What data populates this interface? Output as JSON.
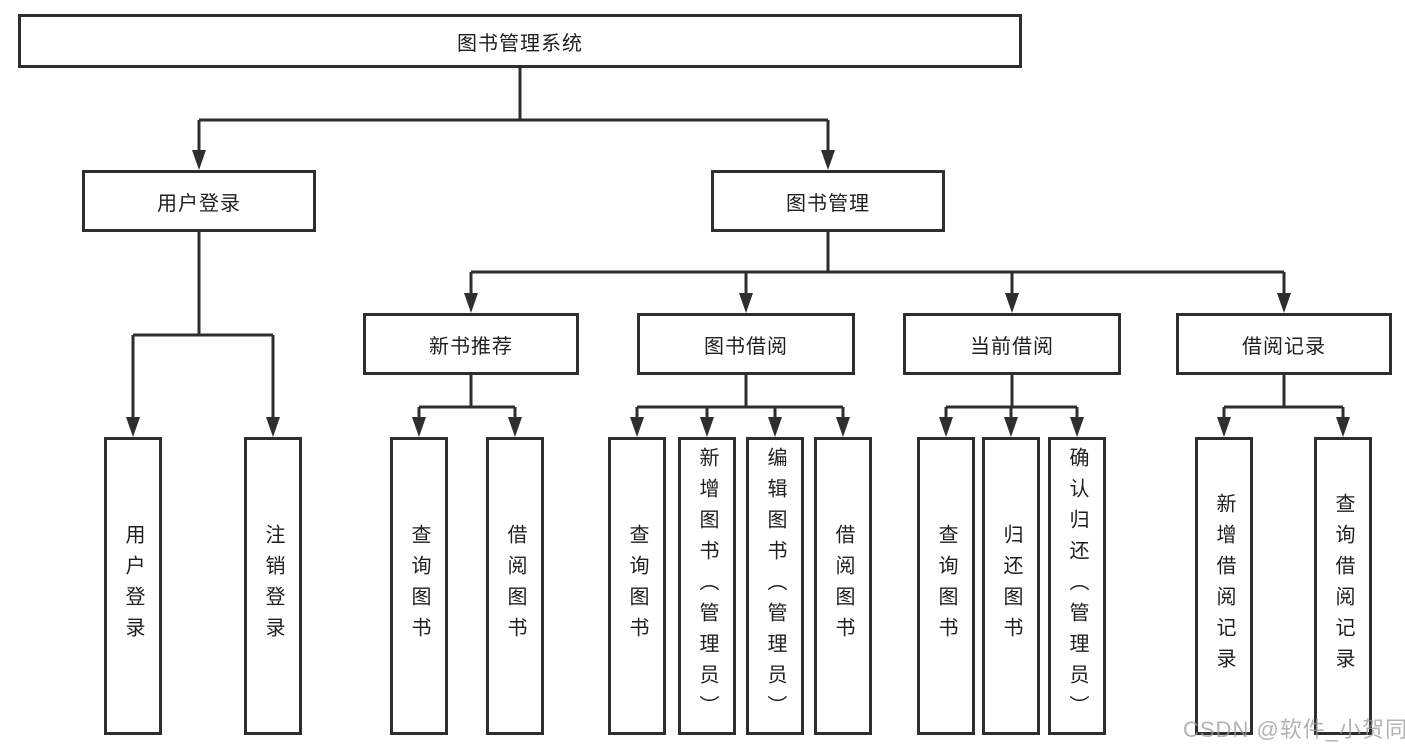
{
  "watermark": "CSDN @软件_小贺同学",
  "colors": {
    "line": "#2e2e2e",
    "text": "#1f1f1f",
    "watermark": "#9a9a9a",
    "background": "#ffffff"
  },
  "tree": {
    "label": "图书管理系统",
    "children": [
      {
        "label": "用户登录",
        "children": [
          {
            "label": "用户登录"
          },
          {
            "label": "注销登录"
          }
        ]
      },
      {
        "label": "图书管理",
        "children": [
          {
            "label": "新书推荐",
            "children": [
              {
                "label": "查询图书"
              },
              {
                "label": "借阅图书"
              }
            ]
          },
          {
            "label": "图书借阅",
            "children": [
              {
                "label": "查询图书"
              },
              {
                "label": "新增图书（管理员）"
              },
              {
                "label": "编辑图书（管理员）"
              },
              {
                "label": "借阅图书"
              }
            ]
          },
          {
            "label": "当前借阅",
            "children": [
              {
                "label": "查询图书"
              },
              {
                "label": "归还图书"
              },
              {
                "label": "确认归还（管理员）"
              }
            ]
          },
          {
            "label": "借阅记录",
            "children": [
              {
                "label": "新增借阅记录"
              },
              {
                "label": "查询借阅记录"
              }
            ]
          }
        ]
      }
    ]
  }
}
